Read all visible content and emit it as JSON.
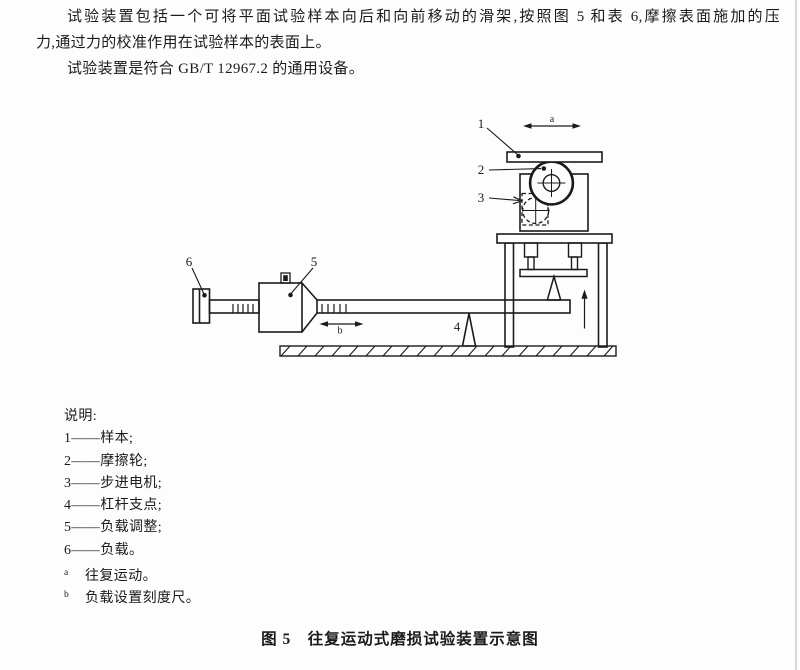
{
  "page": {
    "background": "#fdfdfd",
    "ink": "#1b1b1b",
    "edge_line": "#d8d8d8"
  },
  "body_text": {
    "para1_line1": "试验装置包括一个可将平面试验样本向后和向前移动的滑架,按照图 5 和表 6,摩擦表面施加的压",
    "para1_line2": "力,通过力的校准作用在试验样本的表面上。",
    "para2": "试验装置是符合 GB/T 12967.2 的通用设备。"
  },
  "diagram": {
    "part_labels": {
      "sample": "1",
      "friction_wheel": "2",
      "stepper_motor": "3",
      "lever_fulcrum": "4",
      "load_adjustment": "5",
      "load": "6"
    },
    "motion_labels": {
      "reciprocation": "a",
      "load_scale": "b"
    }
  },
  "legend": {
    "title": "说明:",
    "items": [
      "1——样本;",
      "2——摩擦轮;",
      "3——步进电机;",
      "4——杠杆支点;",
      "5——负载调整;",
      "6——负载。"
    ],
    "footnotes": [
      {
        "marker": "a",
        "text": "往复运动。"
      },
      {
        "marker": "b",
        "text": "负载设置刻度尺。"
      }
    ]
  },
  "caption": "图 5　往复运动式磨损试验装置示意图"
}
